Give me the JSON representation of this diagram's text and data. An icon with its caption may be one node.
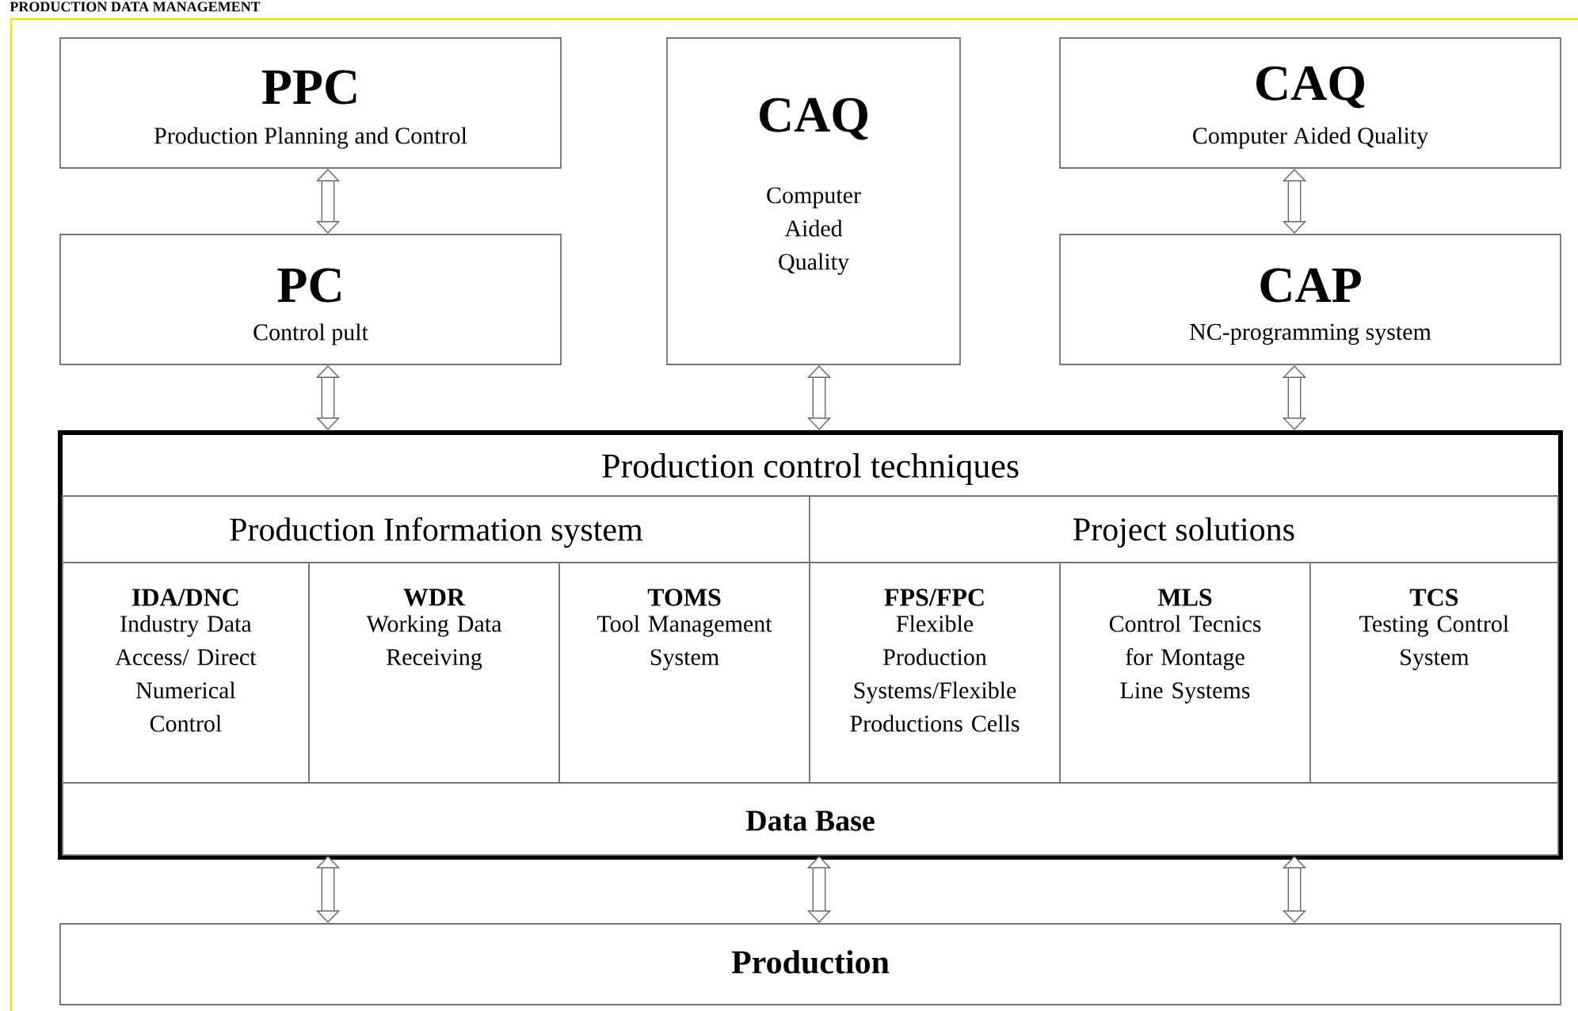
{
  "diagram": {
    "title": "PRODUCTION DATA MANAGEMENT",
    "nodes": [
      {
        "text": [
          "PPC",
          "Production Planning and Control"
        ]
      },
      {
        "text": [
          "CAQ",
          "Computer Aided Quality"
        ]
      },
      {
        "text": [
          "CAQ",
          "Computer Aided Quality"
        ]
      },
      {
        "text": [
          "PC",
          "Control pult"
        ]
      },
      {
        "text": [
          "CAP",
          "NC-programming system"
        ]
      },
      {
        "text": [
          "Production control techniques"
        ]
      },
      {
        "text": [
          "Production Information system"
        ],
        "in": 5
      },
      {
        "text": [
          "Project solutions"
        ],
        "in": 5
      },
      {
        "text": [
          "IDA/DNC",
          "Industry Data Access/ Direct Numerical Control"
        ],
        "in": 5
      },
      {
        "text": [
          "WDR",
          "Working Data Receiving"
        ],
        "in": 5
      },
      {
        "text": [
          "TOMS",
          "Tool Management System"
        ],
        "in": 5
      },
      {
        "text": [
          "FPS/FPC",
          "Flexible Production Systems/Flexible Productions Cells"
        ],
        "in": 5
      },
      {
        "text": [
          "MLS",
          "Control Tecnics for Montage Line Systems"
        ],
        "in": 5
      },
      {
        "text": [
          "TCS",
          "Testing Control System"
        ],
        "in": 5
      },
      {
        "text": [
          "Data Base"
        ],
        "in": 5
      },
      {
        "text": [
          "Production"
        ]
      }
    ],
    "edges": [
      {
        "from": 0,
        "to": 3,
        "arrow": "both"
      },
      {
        "from": 2,
        "to": 4,
        "arrow": "both"
      },
      {
        "from": 3,
        "to": 5,
        "arrow": "both"
      },
      {
        "from": 1,
        "to": 5,
        "arrow": "both"
      },
      {
        "from": 4,
        "to": 5,
        "arrow": "both"
      },
      {
        "from": 14,
        "to": 15,
        "arrow": "both"
      },
      {
        "from": 14,
        "to": 15,
        "arrow": "both"
      },
      {
        "from": 14,
        "to": 15,
        "arrow": "both"
      }
    ]
  }
}
